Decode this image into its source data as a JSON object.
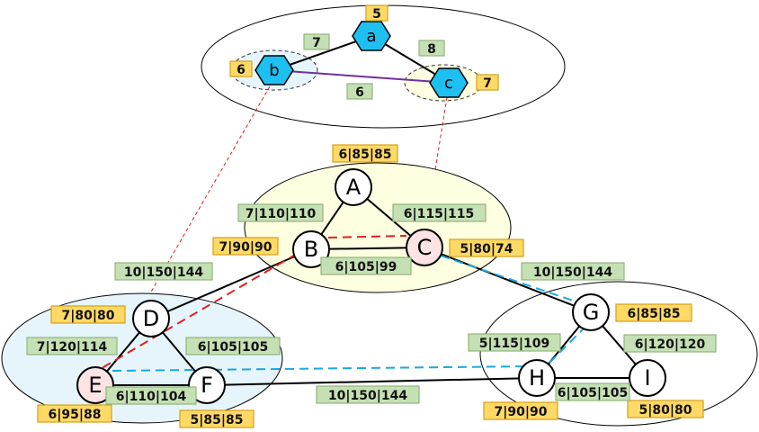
{
  "colors": {
    "edge": "#000000",
    "hex_fill": "#1ec0f2",
    "purple": "#7030a0",
    "dash_red": "#e02020",
    "dash_cyan": "#1aa7e0",
    "weight_fill": "#c5e0b4",
    "weight_border": "#92b47c",
    "orange_fill": "#ffd966",
    "orange_border": "#d4a017",
    "node_fill": "#ffffff",
    "node_highlight_fill": "#fde3e3",
    "region_yellow": "#fefee0",
    "region_blue": "#e6f5fb"
  },
  "top": {
    "nodes": {
      "a": {
        "label": "a",
        "weight": "5"
      },
      "b": {
        "label": "b",
        "weight": "6"
      },
      "c": {
        "label": "c",
        "weight": "7"
      }
    },
    "edges": {
      "a_b": "7",
      "a_c": "8",
      "b_c": "6"
    }
  },
  "graph": {
    "nodes": {
      "A": {
        "label": "A",
        "tag": "6|85|85"
      },
      "B": {
        "label": "B",
        "tag": "7|90|90"
      },
      "C": {
        "label": "C",
        "tag": "5|80|74"
      },
      "D": {
        "label": "D",
        "tag": "7|80|80"
      },
      "E": {
        "label": "E",
        "tag": "6|95|88"
      },
      "F": {
        "label": "F",
        "tag": "5|85|85"
      },
      "G": {
        "label": "G",
        "tag": "6|85|85"
      },
      "H": {
        "label": "H",
        "tag": "7|90|90"
      },
      "I": {
        "label": "I",
        "tag": "5|80|80"
      }
    },
    "edges": {
      "A_B": "7|110|110",
      "A_C": "6|115|115",
      "B_C": "6|105|99",
      "B_D": "10|150|144",
      "C_G": "10|150|144",
      "D_E": "7|120|114",
      "D_F": "6|105|105",
      "E_F": "6|110|104",
      "F_H": "10|150|144",
      "G_H": "5|115|109",
      "G_I": "6|120|120",
      "H_I": "6|105|105"
    }
  }
}
